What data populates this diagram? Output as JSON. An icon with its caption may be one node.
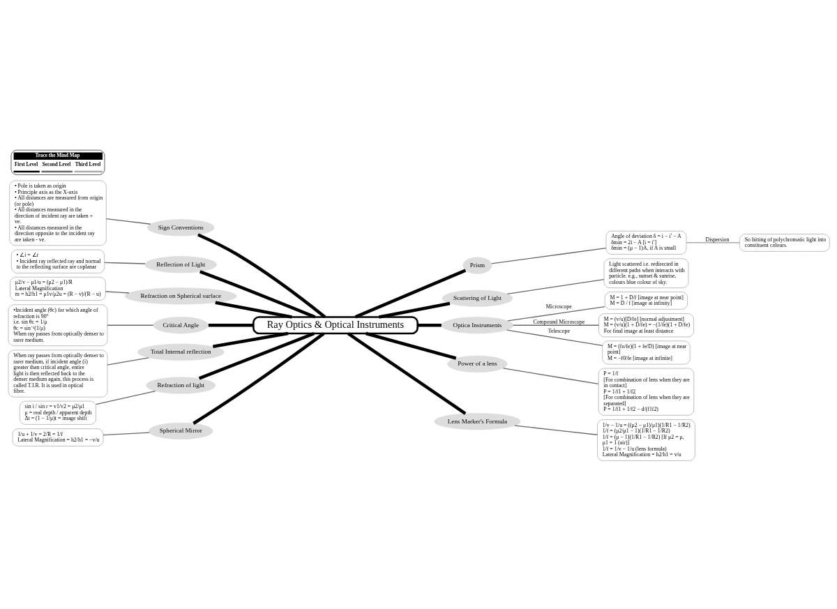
{
  "diagram": {
    "nodes": [
      {
        "text": [
          "Ray Optics & Optical Instruments"
        ]
      },
      {
        "text": [
          "Sign Conventions"
        ]
      },
      {
        "text": [
          "Reflection of Light"
        ]
      },
      {
        "text": [
          "Prism"
        ]
      },
      {
        "text": [
          "Scattering of Light"
        ]
      },
      {
        "text": [
          "Optica Instruments"
        ]
      },
      {
        "text": [
          "Power of a lens"
        ]
      },
      {
        "text": [
          "Lens Marker's Formula"
        ]
      },
      {
        "text": [
          "Refraction on Spherical surface"
        ]
      },
      {
        "text": [
          "Critical Angle"
        ]
      },
      {
        "text": [
          "Total Internal reflection"
        ]
      },
      {
        "text": [
          "Refraction of light"
        ]
      },
      {
        "text": [
          "Spherical Mirror"
        ]
      },
      {
        "text": [
          "• Pole is taken as origin",
          "• Principle axis as the X-axis",
          "• All distances are measured from origin (or pole)",
          "• All distances measured in the direction of incident ray are taken + ve.",
          "• All distances measured in the direction opposite to the incident ray are taken - ve."
        ]
      },
      {
        "text": [
          "• ∠i = ∠r",
          "• Incident ray reflected ray and normal to the reflecting surface are coplanar"
        ]
      },
      {
        "text": [
          "So hitting of polychromatic light into constituent colours."
        ]
      },
      {
        "text": [
          "Angle of deviation δ = i − i′ − A",
          "δmin = 2i − A [i = i′]",
          "δmin = (μ − 1)A, if A is small"
        ]
      },
      {
        "text": [
          "Light scattered i.e. redirected in different paths when interacts with particle. e.g., sunset & sunrise, colours blue colour of sky."
        ]
      },
      {
        "text": [
          "M = 1 + D/f [image at near point]",
          "M = D / f [image at infinity]"
        ]
      },
      {
        "text": [
          "M = (v/u)[D/fe] [normal adjustment]",
          "M = (v/u)(1 + D/fe) = −(1/fe)(1 + D/fe)",
          "For final image at least distance"
        ]
      },
      {
        "text": [
          "M = (fo/fe)(1 + fe/D) [image at near point]",
          "M = −f0/fe [image at infinite]"
        ]
      },
      {
        "text": [
          "P = 1/f",
          "[For combination of lens when they are in contact]",
          "P = 1/f1 + 1/f2",
          "[For combination of lens when they are separated]",
          "P = 1/f1 + 1/f2 − d/(f1f2)"
        ]
      },
      {
        "text": [
          "1/v − 1/u = ((μ2 − μ1)/μ1)(1/R1 − 1/R2)",
          "1/f = (μ2/μ1 − 1)(1/R1 − 1/R2)",
          "1/f = (μ − 1)(1/R1 − 1/R2) [If μ2 = μ, μ1 = 1 (air)]",
          "1/f = 1/v − 1/u (lens formula)",
          "Lateral Magnification = h2/h1 = v/u"
        ]
      },
      {
        "text": [
          "μ2/v − μ1/u = (μ2 − μ1)/R",
          "Lateral Magnification",
          "m = h2/h1 = μ1v/μ2u = (R − v)/(R − u)"
        ]
      },
      {
        "text": [
          "•Incident angle (θc) for which angle of refraction is 90°",
          "i.e. sin θc = 1/μ",
          "θc = sin⁻¹(1/μ)",
          "When ray passes from optically denser to rarer medium."
        ]
      },
      {
        "text": [
          "When ray passes from optically denser to rarer medium, if incident angle (i) greater than critical angle, entire light is then reflected back to the denser medium again, this process is called T.I.R. It is used in optical fibre."
        ]
      },
      {
        "text": [
          "sin i / sin r = v1/v2 = μ2/μ1",
          "μ = real depth / apparent depth",
          "Δt = (1 − 1/μ)t = image shift"
        ]
      },
      {
        "text": [
          "1/u + 1/v = 2/R = 1/f",
          "Lateral Magnification = h2/h1 = −v/u"
        ]
      }
    ],
    "edges": [
      {
        "from": 0,
        "to": 1,
        "arrow": "none",
        "style": "thick",
        "color": "#000000"
      },
      {
        "from": 0,
        "to": 2,
        "arrow": "none",
        "style": "thick",
        "color": "#000000"
      },
      {
        "from": 0,
        "to": 3,
        "arrow": "none",
        "style": "thick",
        "color": "#000000"
      },
      {
        "from": 0,
        "to": 4,
        "arrow": "none",
        "style": "thick",
        "color": "#000000"
      },
      {
        "from": 0,
        "to": 5,
        "arrow": "none",
        "style": "thick",
        "color": "#000000"
      },
      {
        "from": 0,
        "to": 6,
        "arrow": "none",
        "style": "thick",
        "color": "#000000"
      },
      {
        "from": 0,
        "to": 7,
        "arrow": "none",
        "style": "thick",
        "color": "#000000"
      },
      {
        "from": 0,
        "to": 8,
        "arrow": "none",
        "style": "thick",
        "color": "#000000"
      },
      {
        "from": 0,
        "to": 9,
        "arrow": "none",
        "style": "thick",
        "color": "#000000"
      },
      {
        "from": 0,
        "to": 10,
        "arrow": "none",
        "style": "thick",
        "color": "#000000"
      },
      {
        "from": 0,
        "to": 11,
        "arrow": "none",
        "style": "thick",
        "color": "#000000"
      },
      {
        "from": 0,
        "to": 12,
        "arrow": "none",
        "style": "thick",
        "color": "#000000"
      },
      {
        "from": 1,
        "to": 13,
        "arrow": "none"
      },
      {
        "from": 2,
        "to": 14,
        "arrow": "none"
      },
      {
        "from": 3,
        "to": 16,
        "arrow": "none"
      },
      {
        "from": 16,
        "to": 15,
        "arrow": "none",
        "label": "Dispersion",
        "color": "#999999"
      },
      {
        "from": 4,
        "to": 17,
        "arrow": "none"
      },
      {
        "from": 5,
        "to": 18,
        "arrow": "none",
        "label": "Microscope"
      },
      {
        "from": 5,
        "to": 19,
        "arrow": "none",
        "label": "Compound Microscope"
      },
      {
        "from": 5,
        "to": 20,
        "arrow": "none",
        "label": "Telescope"
      },
      {
        "from": 6,
        "to": 21,
        "arrow": "none"
      },
      {
        "from": 7,
        "to": 22,
        "arrow": "none"
      },
      {
        "from": 8,
        "to": 23,
        "arrow": "none"
      },
      {
        "from": 9,
        "to": 24,
        "arrow": "none"
      },
      {
        "from": 10,
        "to": 25,
        "arrow": "none"
      },
      {
        "from": 11,
        "to": 26,
        "arrow": "none"
      },
      {
        "from": 12,
        "to": 27,
        "arrow": "none"
      }
    ],
    "labels": [
      "Trace the Mind Map"
    ],
    "legend": [
      {
        "text": "First Level"
      },
      {
        "text": "Second Level"
      },
      {
        "text": "Third Level"
      }
    ]
  }
}
